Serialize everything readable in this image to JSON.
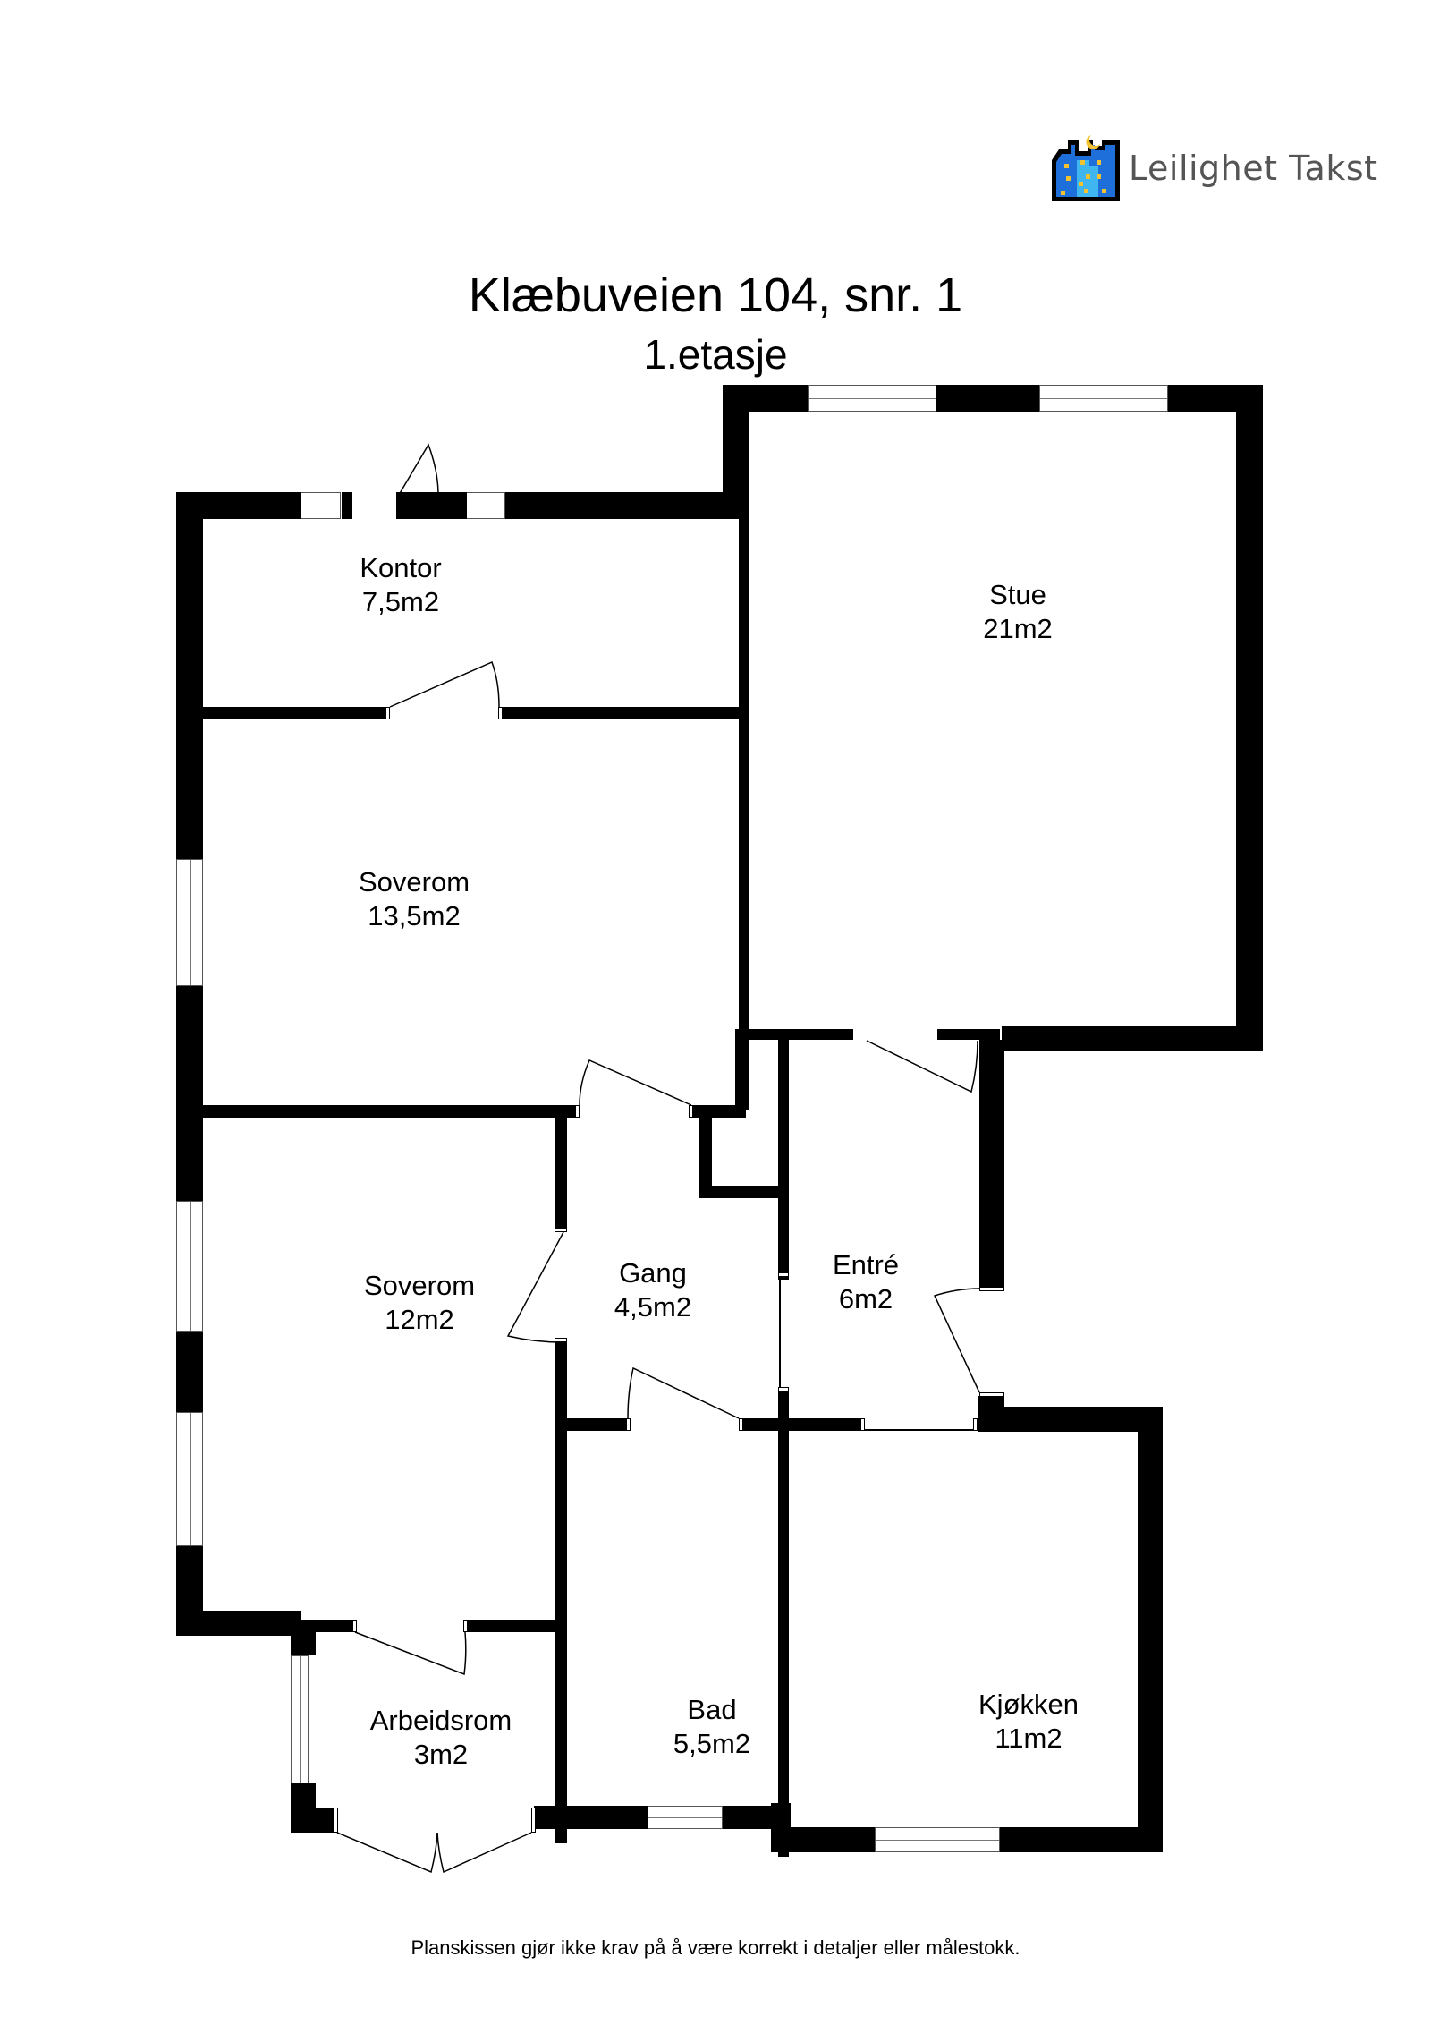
{
  "brand": {
    "name": "Leilighet Takst",
    "icon": "building-with-moon-icon",
    "colors": {
      "blue": "#1e6fd9",
      "light_blue": "#3fb6f0",
      "yellow": "#f2c230",
      "frame": "#000000",
      "text": "#555555"
    }
  },
  "header": {
    "title": "Klæbuveien 104, snr. 1",
    "subtitle": "1.etasje"
  },
  "rooms": [
    {
      "name": "Kontor",
      "area": "7,5m2"
    },
    {
      "name": "Stue",
      "area": "21m2"
    },
    {
      "name": "Soverom",
      "area": "13,5m2"
    },
    {
      "name": "Soverom",
      "area": "12m2"
    },
    {
      "name": "Gang",
      "area": "4,5m2"
    },
    {
      "name": "Entré",
      "area": "6m2"
    },
    {
      "name": "Arbeidsrom",
      "area": "3m2"
    },
    {
      "name": "Bad",
      "area": "5,5m2"
    },
    {
      "name": "Kjøkken",
      "area": "11m2"
    }
  ],
  "footer": {
    "disclaimer": "Planskissen gjør ikke krav på å være korrekt i detaljer eller målestokk."
  }
}
